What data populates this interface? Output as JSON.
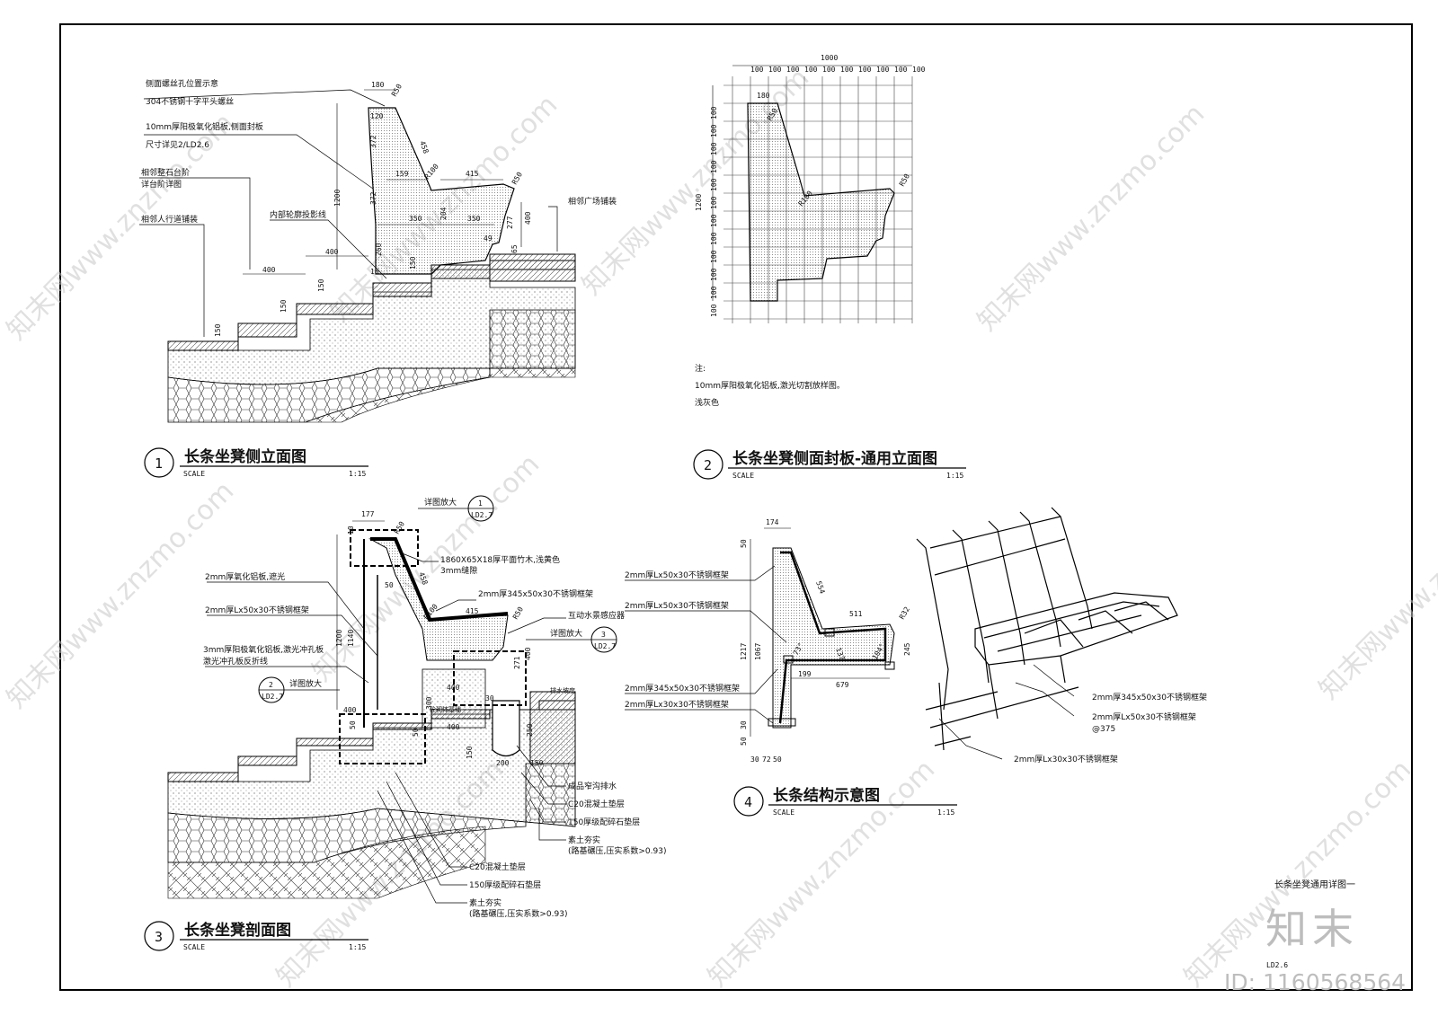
{
  "drawing": {
    "sheet_title": "长条坐凳通用详图一",
    "sheet_code": "LD2.6",
    "id_label": "ID: 1160568564",
    "logo": "知末",
    "watermark": "知末网www.znzmo.com"
  },
  "views": [
    {
      "number": "1",
      "title": "长条坐凳侧立面图",
      "scale_label": "SCALE",
      "scale": "1:15"
    },
    {
      "number": "2",
      "title": "长条坐凳侧面封板-通用立面图",
      "scale_label": "SCALE",
      "scale": "1:15"
    },
    {
      "number": "3",
      "title": "长条坐凳剖面图",
      "scale_label": "SCALE",
      "scale": "1:15"
    },
    {
      "number": "4",
      "title": "长条结构示意图",
      "scale_label": "SCALE",
      "scale": "1:15"
    }
  ],
  "view1": {
    "labels": [
      "侧面螺丝孔位置示意",
      "304不锈钢十字平头螺丝",
      "10mm厚阳极氧化铝板,侧面封板",
      "尺寸详见2/LD2.6",
      "相邻整石台阶",
      "详台阶详图",
      "相邻人行道铺装",
      "内部轮廓投影线",
      "相邻广场铺装"
    ],
    "dims": [
      "180",
      "R50",
      "120",
      "372",
      "458",
      "159",
      "R100",
      "415",
      "R50",
      "1200",
      "372",
      "350",
      "204",
      "350",
      "277",
      "400",
      "49",
      "65",
      "400",
      "260",
      "150",
      "400",
      "150",
      "150",
      "150",
      "15"
    ]
  },
  "view2": {
    "dims_top": [
      "1000",
      "100",
      "100",
      "100",
      "100",
      "100",
      "100",
      "100",
      "100",
      "100",
      "100"
    ],
    "dims_left": [
      "1200",
      "100",
      "100",
      "100",
      "100",
      "100",
      "100",
      "100",
      "100",
      "100",
      "100",
      "100",
      "100"
    ],
    "dims_inner": [
      "180",
      "R50",
      "R100",
      "R50"
    ],
    "note_title": "注:",
    "notes": [
      "10mm厚阳极氧化铝板,激光切割放样图。",
      "浅灰色"
    ]
  },
  "view3": {
    "labels": [
      "2mm厚氧化铝板,遮光",
      "2mm厚Lx50x30不锈钢框架",
      "3mm厚阳极氧化铝板,激光冲孔板",
      "激光冲孔板反折线",
      "1860X65X18厚平面竹木,浅黄色",
      "3mm缝隙",
      "2mm厚345x50x30不锈钢框架",
      "互动水景感应器",
      "排水坡度",
      "砼砌体基础",
      "成品窄沟排水",
      "C20混凝土垫层",
      "150厚级配碎石垫层",
      "素土夯实",
      "(路基碾压,压实系数>0.93)",
      "C20混凝土垫层",
      "150厚级配碎石垫层",
      "素土夯实",
      "(路基碾压,压实系数>0.93)"
    ],
    "callouts": [
      {
        "text": "详图放大",
        "num": "1",
        "sheet": "LD2.7"
      },
      {
        "text": "详图放大",
        "num": "3",
        "sheet": "LD2.7"
      },
      {
        "text": "详图放大",
        "num": "2",
        "sheet": "LD2.7"
      }
    ],
    "dims": [
      "177",
      "10",
      "R50",
      "458",
      "50",
      "R100",
      "415",
      "R50",
      "1200",
      "1140",
      "400",
      "30",
      "400",
      "150",
      "200",
      "150",
      "250",
      "50",
      "300",
      "400",
      "400",
      "50",
      "271"
    ]
  },
  "view4": {
    "labels": [
      "2mm厚Lx50x30不锈钢框架",
      "2mm厚Lx50x30不锈钢框架",
      "2mm厚345x50x30不锈钢框架",
      "2mm厚Lx30x30不锈钢框架",
      "2mm厚345x50x30不锈钢框架",
      "2mm厚Lx50x30不锈钢框架",
      "@375",
      "2mm厚Lx30x30不锈钢框架"
    ],
    "dims": [
      "174",
      "50",
      "554",
      "511",
      "R32",
      "137",
      "104°",
      "245",
      "73°",
      "199",
      "679",
      "1217",
      "1067",
      "30",
      "72",
      "50",
      "30",
      "50"
    ]
  }
}
